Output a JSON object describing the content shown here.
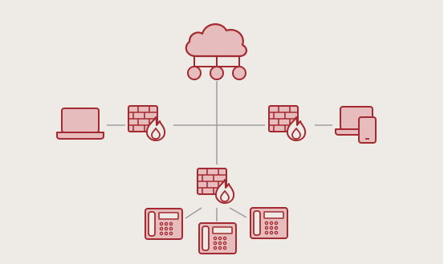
{
  "colors": {
    "page_background": "#ffffff",
    "panel_background": "#eeebe6",
    "accent_stroke": "#a32a30",
    "accent_fill": "#e7bcbc",
    "connector_line": "#9d9d9d"
  },
  "nodes": [
    {
      "id": "cloud",
      "icon": "cloud-network-icon"
    },
    {
      "id": "firewall-left",
      "icon": "firewall-icon"
    },
    {
      "id": "firewall-right",
      "icon": "firewall-icon"
    },
    {
      "id": "firewall-bottom",
      "icon": "firewall-icon"
    },
    {
      "id": "laptop-left",
      "icon": "laptop-icon"
    },
    {
      "id": "laptop-phone-right",
      "icon": "laptop-and-smartphone-icon"
    },
    {
      "id": "desk-phone-left",
      "icon": "desk-phone-icon"
    },
    {
      "id": "desk-phone-center",
      "icon": "desk-phone-icon"
    },
    {
      "id": "desk-phone-right",
      "icon": "desk-phone-icon"
    }
  ],
  "edges": [
    [
      "cloud",
      "hub"
    ],
    [
      "hub",
      "firewall-left"
    ],
    [
      "hub",
      "firewall-right"
    ],
    [
      "hub",
      "firewall-bottom"
    ],
    [
      "firewall-left",
      "laptop-left"
    ],
    [
      "firewall-right",
      "laptop-phone-right"
    ],
    [
      "firewall-bottom",
      "desk-phone-left"
    ],
    [
      "firewall-bottom",
      "desk-phone-center"
    ],
    [
      "firewall-bottom",
      "desk-phone-right"
    ]
  ]
}
